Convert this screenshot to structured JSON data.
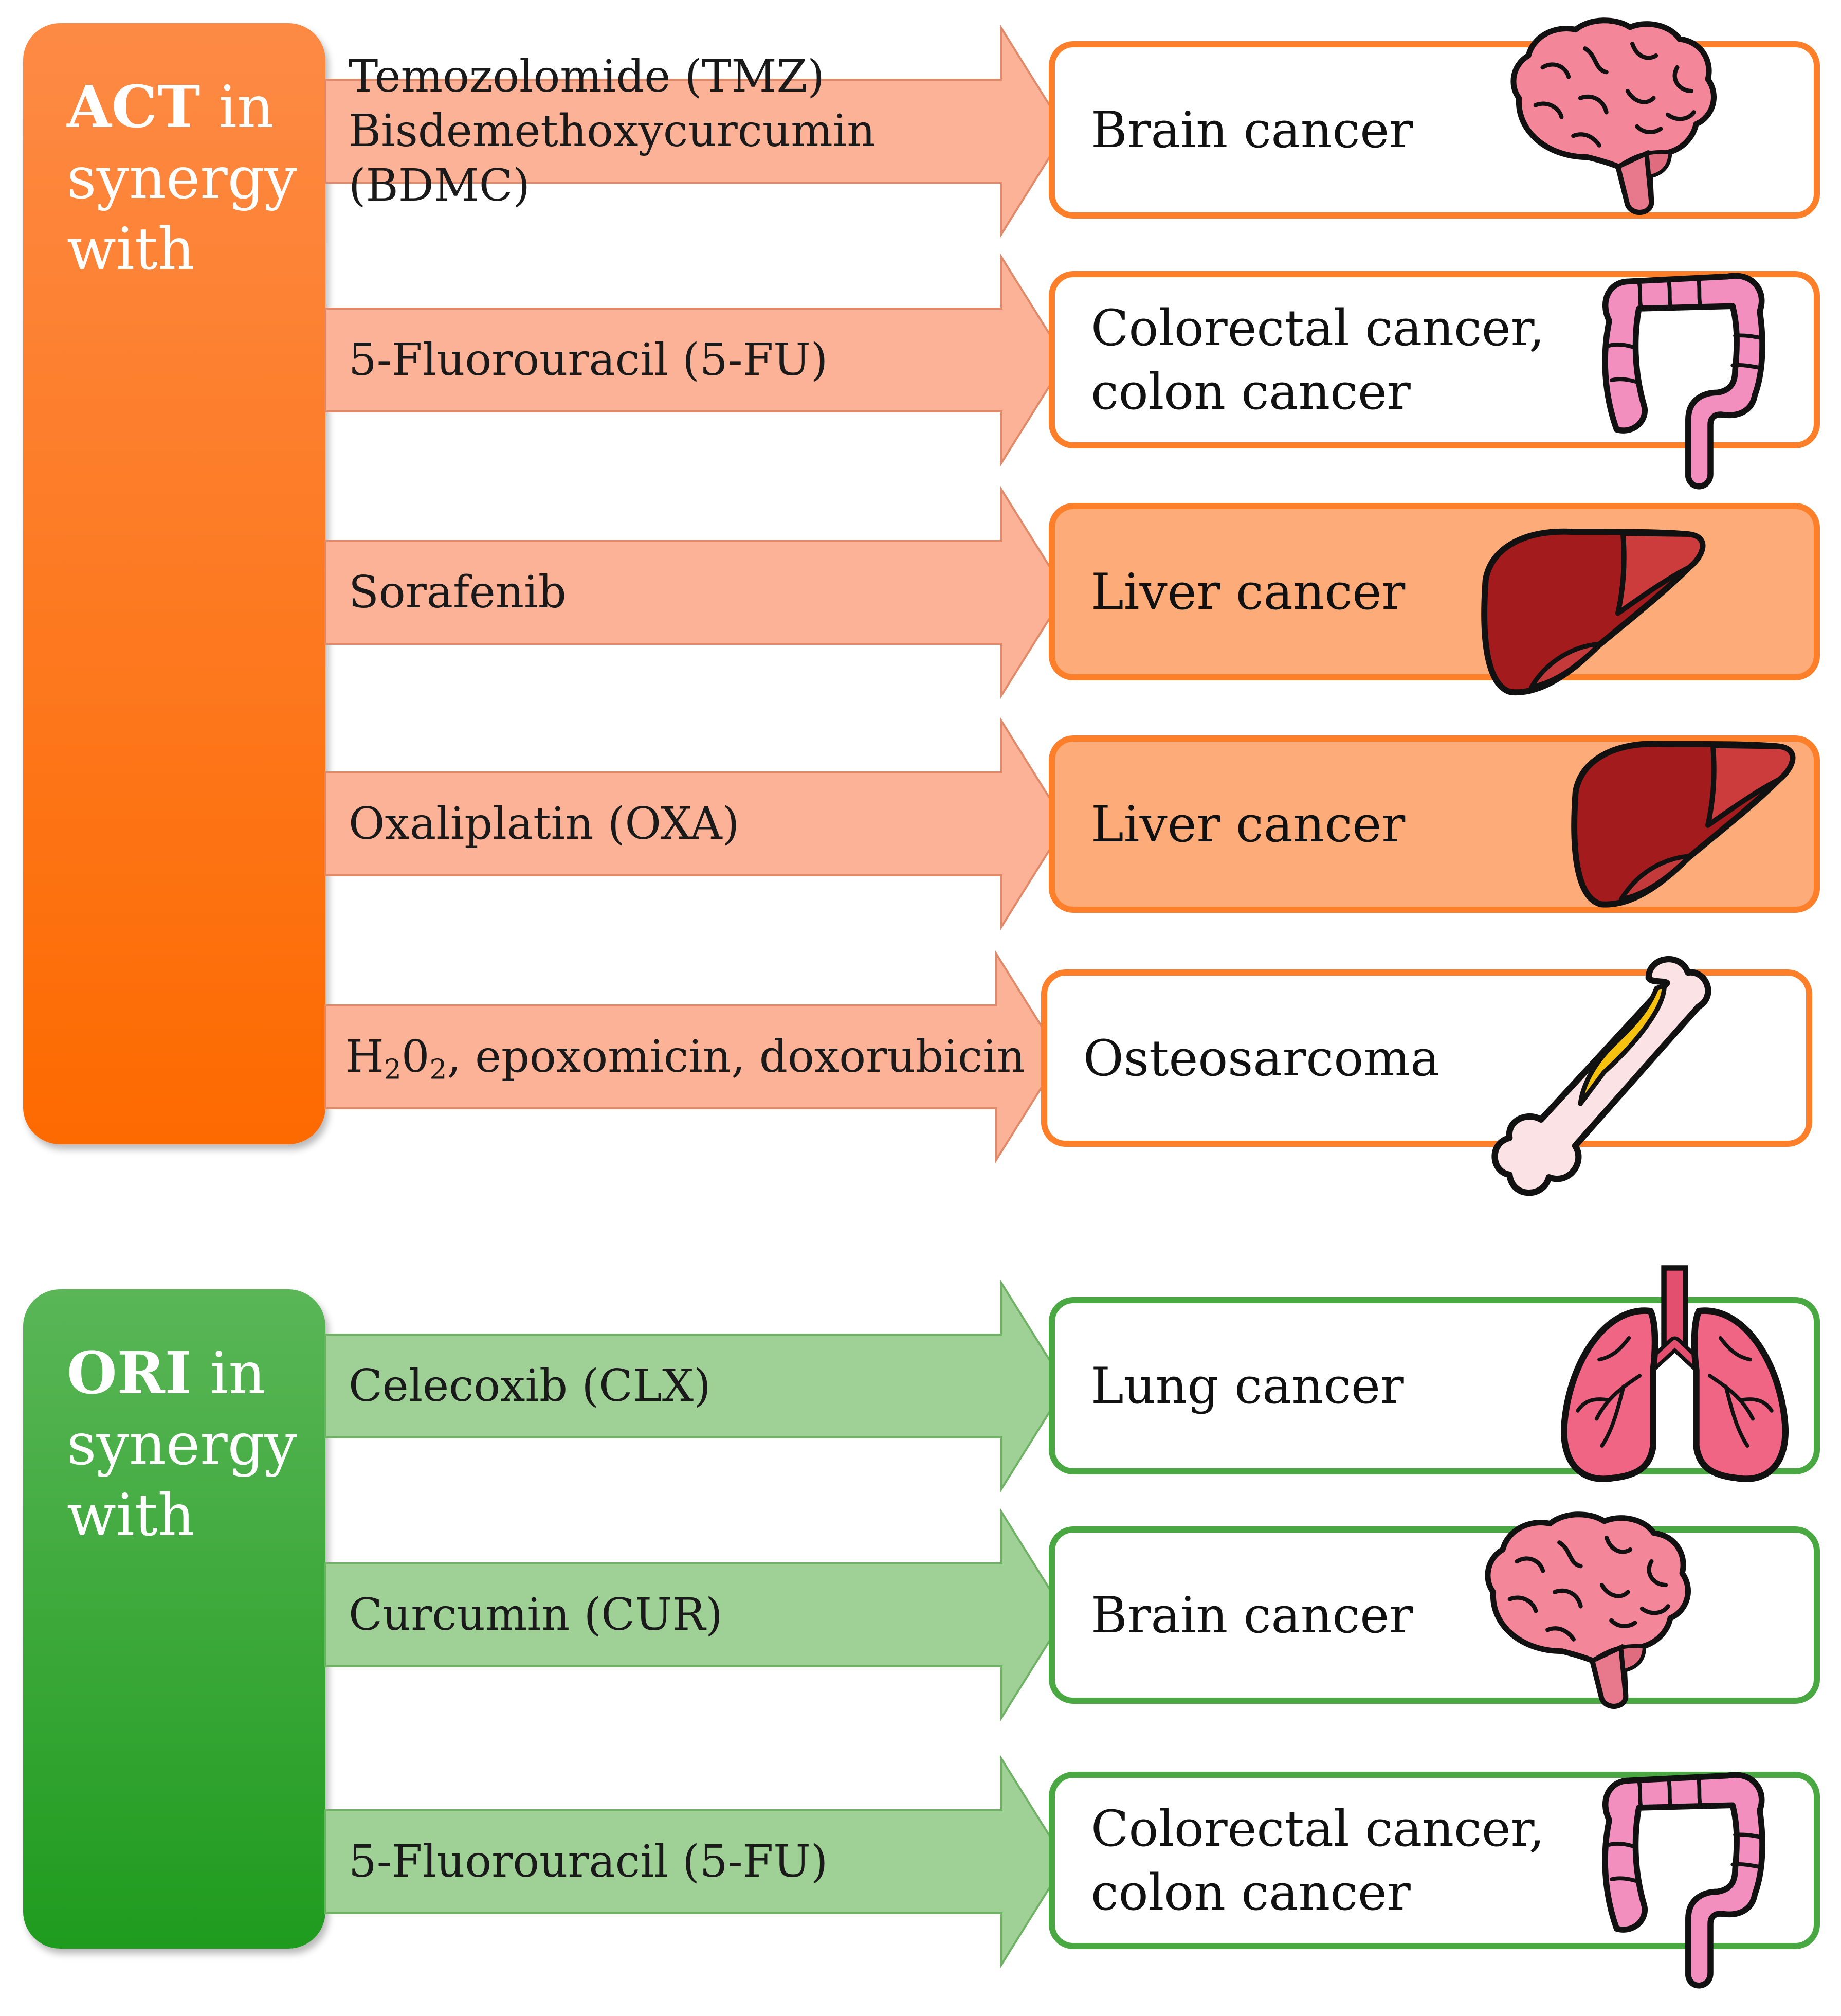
{
  "act": {
    "name": "ACT",
    "suffix": " in synergy with",
    "rows": [
      {
        "drugs": [
          "Temozolomide (TMZ)",
          "Bisdemethoxycurcumin (BDMC)"
        ],
        "cancer": [
          "Brain cancer"
        ],
        "organ": "brain-icon"
      },
      {
        "drugs": [
          "5-Fluorouracil (5-FU)"
        ],
        "cancer": [
          "Colorectal cancer,",
          "colon cancer"
        ],
        "organ": "colon-icon"
      },
      {
        "drugs": [
          "Sorafenib"
        ],
        "cancer": [
          "Liver cancer"
        ],
        "organ": "liver-icon"
      },
      {
        "drugs": [
          "Oxaliplatin (OXA)"
        ],
        "cancer": [
          "Liver cancer"
        ],
        "organ": "liver-icon"
      },
      {
        "drugs_prefix": "H",
        "drugs_sub1": "2",
        "drugs_mid": "0",
        "drugs_sub2": "2",
        "drugs_rest": ", epoxomicin, doxorubicin",
        "cancer": [
          "Osteosarcoma"
        ],
        "organ": "bone-icon"
      }
    ]
  },
  "ori": {
    "name": "ORI",
    "suffix": " in synergy with",
    "rows": [
      {
        "drugs": [
          "Celecoxib (CLX)"
        ],
        "cancer": [
          "Lung cancer"
        ],
        "organ": "lungs-icon"
      },
      {
        "drugs": [
          "Curcumin (CUR)"
        ],
        "cancer": [
          "Brain cancer"
        ],
        "organ": "brain-icon"
      },
      {
        "drugs": [
          "5-Fluorouracil (5-FU)"
        ],
        "cancer": [
          "Colorectal cancer,",
          "colon cancer"
        ],
        "organ": "colon-icon"
      }
    ]
  },
  "colors": {
    "act_panel": "#fd7a22",
    "act_arrow": "#fcb296",
    "act_border": "#fd7f2a",
    "liver_box": "#fcab79",
    "ori_panel": "#3aa937",
    "ori_arrow": "#9fd196",
    "ori_border": "#4aa843"
  }
}
